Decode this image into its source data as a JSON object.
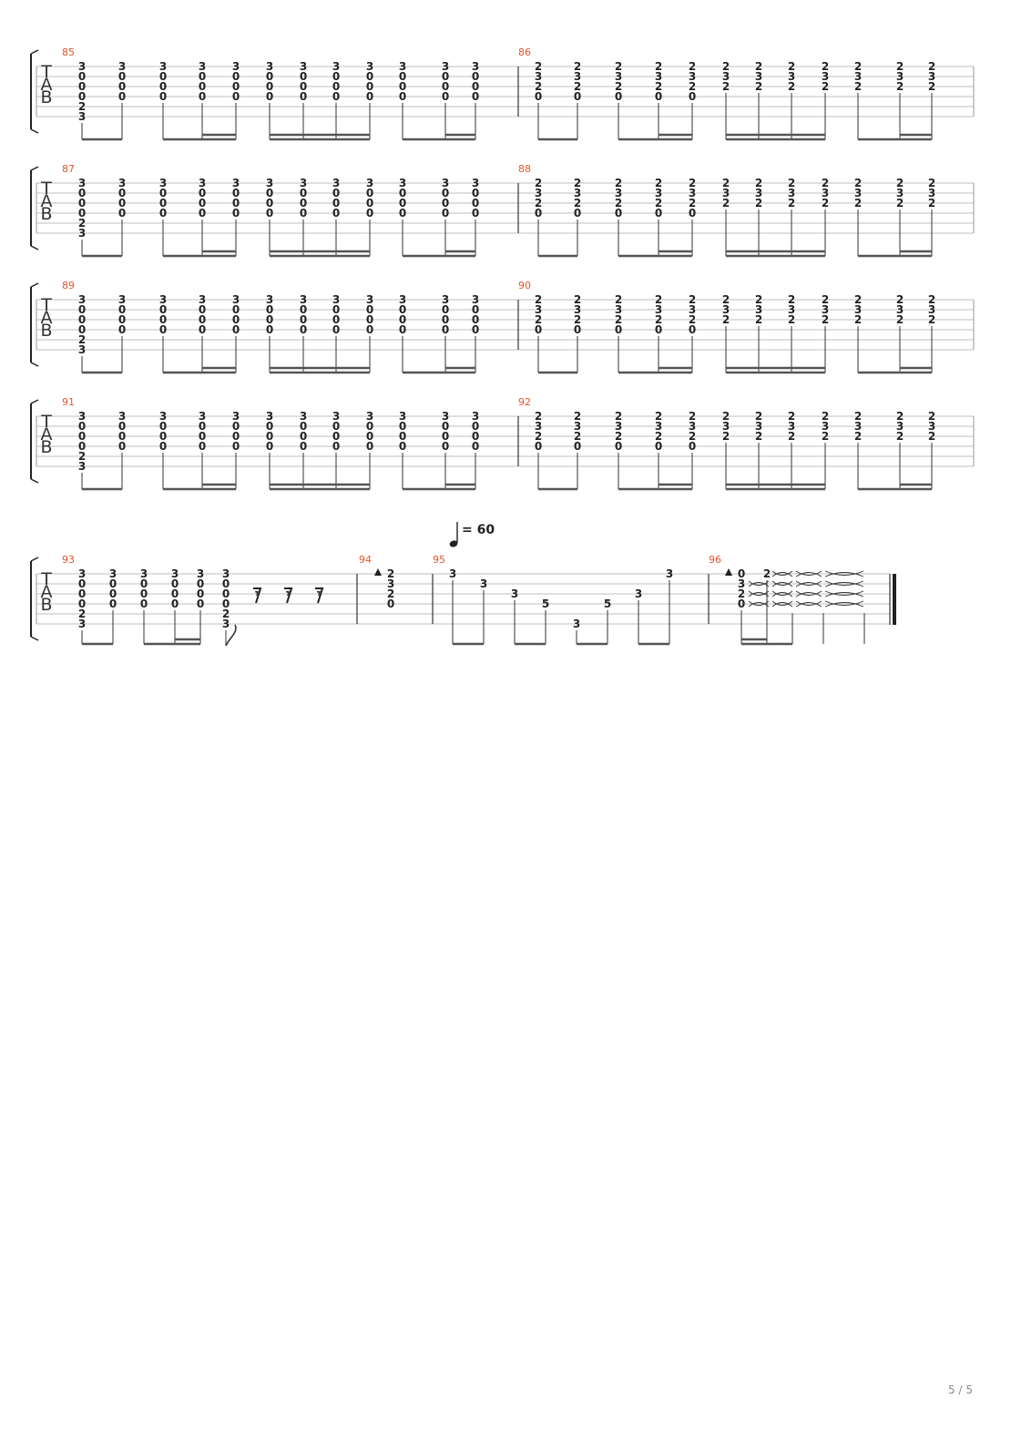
{
  "page": {
    "number": "5 / 5"
  },
  "tempo": {
    "value": "= 60"
  },
  "tab_letters": [
    "T",
    "A",
    "B"
  ],
  "systems": [
    {
      "measures": [
        {
          "number": "85",
          "beats": [
            [
              "3",
              "0",
              "0",
              "0",
              "2",
              "3"
            ],
            [
              "3",
              "0",
              "0",
              "0"
            ],
            [
              "3",
              "0",
              "0",
              "0"
            ],
            [
              "3",
              "0",
              "0",
              "0"
            ],
            [
              "3",
              "0",
              "0",
              "0"
            ],
            [
              "3",
              "0",
              "0",
              "0"
            ],
            [
              "3",
              "0",
              "0",
              "0"
            ],
            [
              "3",
              "0",
              "0",
              "0"
            ],
            [
              "3",
              "0",
              "0",
              "0"
            ],
            [
              "3",
              "0",
              "0",
              "0"
            ],
            [
              "3",
              "0",
              "0",
              "0"
            ],
            [
              "3",
              "0",
              "0",
              "0"
            ]
          ]
        },
        {
          "number": "86",
          "beats": [
            [
              "2",
              "3",
              "2",
              "0"
            ],
            [
              "2",
              "3",
              "2",
              "0"
            ],
            [
              "2",
              "3",
              "2",
              "0"
            ],
            [
              "2",
              "3",
              "2",
              "0"
            ],
            [
              "2",
              "3",
              "2",
              "0"
            ],
            [
              "2",
              "3",
              "2"
            ],
            [
              "2",
              "3",
              "2"
            ],
            [
              "2",
              "3",
              "2"
            ],
            [
              "2",
              "3",
              "2"
            ],
            [
              "2",
              "3",
              "2"
            ],
            [
              "2",
              "3",
              "2"
            ],
            [
              "2",
              "3",
              "2"
            ]
          ]
        }
      ]
    },
    {
      "measures": [
        {
          "number": "87",
          "beats": [
            [
              "3",
              "0",
              "0",
              "0",
              "2",
              "3"
            ],
            [
              "3",
              "0",
              "0",
              "0"
            ],
            [
              "3",
              "0",
              "0",
              "0"
            ],
            [
              "3",
              "0",
              "0",
              "0"
            ],
            [
              "3",
              "0",
              "0",
              "0"
            ],
            [
              "3",
              "0",
              "0",
              "0"
            ],
            [
              "3",
              "0",
              "0",
              "0"
            ],
            [
              "3",
              "0",
              "0",
              "0"
            ],
            [
              "3",
              "0",
              "0",
              "0"
            ],
            [
              "3",
              "0",
              "0",
              "0"
            ],
            [
              "3",
              "0",
              "0",
              "0"
            ],
            [
              "3",
              "0",
              "0",
              "0"
            ]
          ]
        },
        {
          "number": "88",
          "beats": [
            [
              "2",
              "3",
              "2",
              "0"
            ],
            [
              "2",
              "3",
              "2",
              "0"
            ],
            [
              "2",
              "3",
              "2",
              "0"
            ],
            [
              "2",
              "3",
              "2",
              "0"
            ],
            [
              "2",
              "3",
              "2",
              "0"
            ],
            [
              "2",
              "3",
              "2"
            ],
            [
              "2",
              "3",
              "2"
            ],
            [
              "2",
              "3",
              "2"
            ],
            [
              "2",
              "3",
              "2"
            ],
            [
              "2",
              "3",
              "2"
            ],
            [
              "2",
              "3",
              "2"
            ],
            [
              "2",
              "3",
              "2"
            ]
          ]
        }
      ]
    },
    {
      "measures": [
        {
          "number": "89",
          "beats": [
            [
              "3",
              "0",
              "0",
              "0",
              "2",
              "3"
            ],
            [
              "3",
              "0",
              "0",
              "0"
            ],
            [
              "3",
              "0",
              "0",
              "0"
            ],
            [
              "3",
              "0",
              "0",
              "0"
            ],
            [
              "3",
              "0",
              "0",
              "0"
            ],
            [
              "3",
              "0",
              "0",
              "0"
            ],
            [
              "3",
              "0",
              "0",
              "0"
            ],
            [
              "3",
              "0",
              "0",
              "0"
            ],
            [
              "3",
              "0",
              "0",
              "0"
            ],
            [
              "3",
              "0",
              "0",
              "0"
            ],
            [
              "3",
              "0",
              "0",
              "0"
            ],
            [
              "3",
              "0",
              "0",
              "0"
            ]
          ]
        },
        {
          "number": "90",
          "beats": [
            [
              "2",
              "3",
              "2",
              "0"
            ],
            [
              "2",
              "3",
              "2",
              "0"
            ],
            [
              "2",
              "3",
              "2",
              "0"
            ],
            [
              "2",
              "3",
              "2",
              "0"
            ],
            [
              "2",
              "3",
              "2",
              "0"
            ],
            [
              "2",
              "3",
              "2"
            ],
            [
              "2",
              "3",
              "2"
            ],
            [
              "2",
              "3",
              "2"
            ],
            [
              "2",
              "3",
              "2"
            ],
            [
              "2",
              "3",
              "2"
            ],
            [
              "2",
              "3",
              "2"
            ],
            [
              "2",
              "3",
              "2"
            ]
          ]
        }
      ]
    },
    {
      "measures": [
        {
          "number": "91",
          "beats": [
            [
              "3",
              "0",
              "0",
              "0",
              "2",
              "3"
            ],
            [
              "3",
              "0",
              "0",
              "0"
            ],
            [
              "3",
              "0",
              "0",
              "0"
            ],
            [
              "3",
              "0",
              "0",
              "0"
            ],
            [
              "3",
              "0",
              "0",
              "0"
            ],
            [
              "3",
              "0",
              "0",
              "0"
            ],
            [
              "3",
              "0",
              "0",
              "0"
            ],
            [
              "3",
              "0",
              "0",
              "0"
            ],
            [
              "3",
              "0",
              "0",
              "0"
            ],
            [
              "3",
              "0",
              "0",
              "0"
            ],
            [
              "3",
              "0",
              "0",
              "0"
            ],
            [
              "3",
              "0",
              "0",
              "0"
            ]
          ]
        },
        {
          "number": "92",
          "beats": [
            [
              "2",
              "3",
              "2",
              "0"
            ],
            [
              "2",
              "3",
              "2",
              "0"
            ],
            [
              "2",
              "3",
              "2",
              "0"
            ],
            [
              "2",
              "3",
              "2",
              "0"
            ],
            [
              "2",
              "3",
              "2",
              "0"
            ],
            [
              "2",
              "3",
              "2"
            ],
            [
              "2",
              "3",
              "2"
            ],
            [
              "2",
              "3",
              "2"
            ],
            [
              "2",
              "3",
              "2"
            ],
            [
              "2",
              "3",
              "2"
            ],
            [
              "2",
              "3",
              "2"
            ],
            [
              "2",
              "3",
              "2"
            ]
          ]
        }
      ]
    }
  ],
  "final_system": {
    "m93": {
      "number": "93",
      "beats": [
        [
          "3",
          "0",
          "0",
          "0",
          "2",
          "3"
        ],
        [
          "3",
          "0",
          "0",
          "0"
        ],
        [
          "3",
          "0",
          "0",
          "0"
        ],
        [
          "3",
          "0",
          "0",
          "0"
        ],
        [
          "3",
          "0",
          "0",
          "0"
        ],
        [
          "3",
          "0",
          "0",
          "0",
          "2",
          "3"
        ]
      ]
    },
    "m94": {
      "number": "94",
      "chord": [
        "2",
        "3",
        "2",
        "0"
      ]
    },
    "m95": {
      "number": "95",
      "notes": [
        "3",
        "3",
        "3",
        "5",
        "3",
        "5",
        "3",
        "3"
      ]
    },
    "m96": {
      "number": "96",
      "chord": [
        "0",
        "3",
        "2",
        "0"
      ],
      "second": "2"
    }
  }
}
